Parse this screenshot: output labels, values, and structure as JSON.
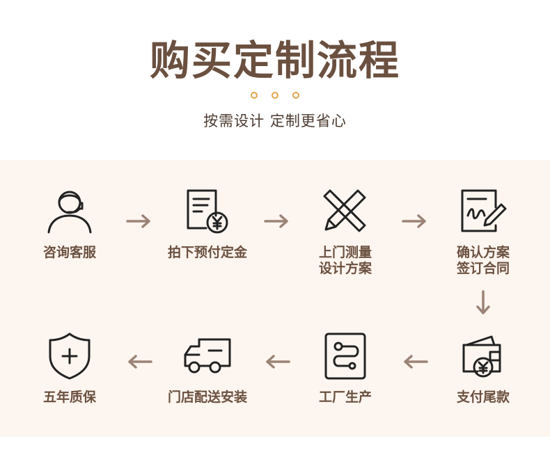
{
  "header": {
    "title": "购买定制流程",
    "subtitle": "按需设计 定制更省心"
  },
  "colors": {
    "brand": "#6b5040",
    "accent": "#e3a24b",
    "arrow": "#9b8376",
    "panel": "#fdf5ef",
    "icon": "#222222"
  },
  "steps": [
    {
      "label": "咨询客服",
      "icon": "customer-service-icon"
    },
    {
      "label": "拍下预付定金",
      "icon": "deposit-document-icon"
    },
    {
      "label": "上门测量\n设计方案",
      "icon": "ruler-pencil-icon"
    },
    {
      "label": "确认方案\n签订合同",
      "icon": "signed-contract-icon"
    },
    {
      "label": "支付尾款",
      "icon": "wallet-icon"
    },
    {
      "label": "工厂生产",
      "icon": "production-icon"
    },
    {
      "label": "门店配送安装",
      "icon": "delivery-truck-icon"
    },
    {
      "label": "五年质保",
      "icon": "warranty-shield-icon"
    }
  ]
}
